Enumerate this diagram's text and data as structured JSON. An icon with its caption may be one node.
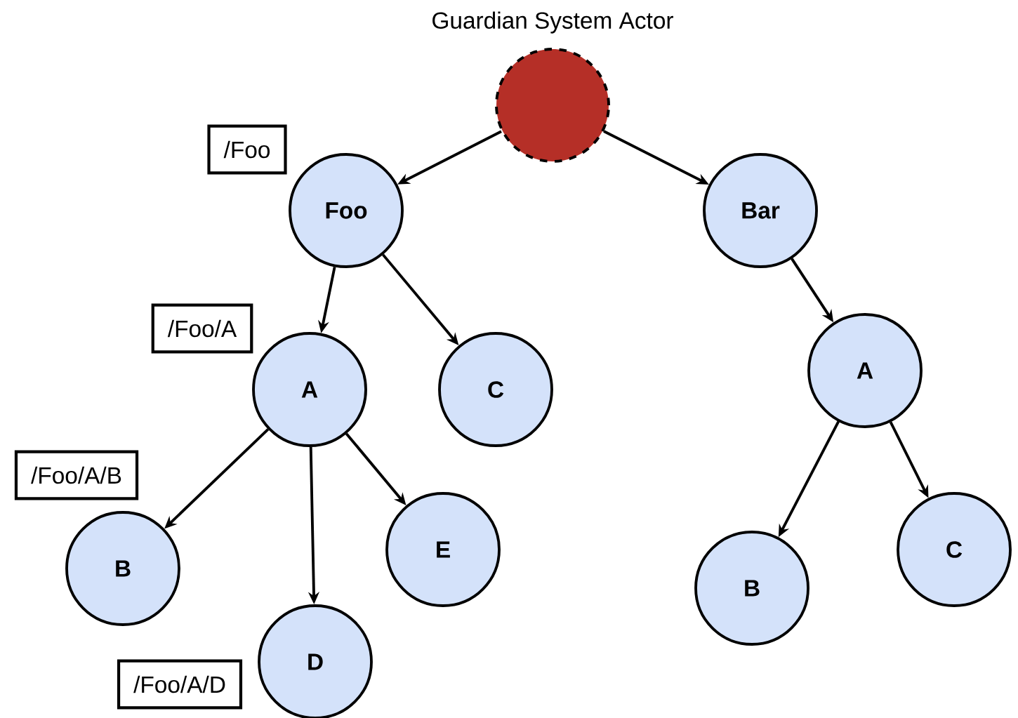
{
  "diagram": {
    "nodes": [
      {
        "text": [
          "Guardian System Actor"
        ]
      },
      {
        "text": [
          "Foo"
        ]
      },
      {
        "text": [
          "Bar"
        ]
      },
      {
        "text": [
          "A"
        ]
      },
      {
        "text": [
          "C"
        ]
      },
      {
        "text": [
          "B"
        ]
      },
      {
        "text": [
          "D"
        ]
      },
      {
        "text": [
          "E"
        ]
      },
      {
        "text": [
          "A"
        ]
      },
      {
        "text": [
          "B"
        ]
      },
      {
        "text": [
          "C"
        ]
      },
      {
        "text": [
          "/Foo"
        ]
      },
      {
        "text": [
          "/Foo/A"
        ]
      },
      {
        "text": [
          "/Foo/A/B"
        ]
      },
      {
        "text": [
          "/Foo/A/D"
        ]
      }
    ],
    "edges": [
      {
        "from": 0,
        "to": 1,
        "arrow": "to"
      },
      {
        "from": 0,
        "to": 2,
        "arrow": "to"
      },
      {
        "from": 1,
        "to": 3,
        "arrow": "to"
      },
      {
        "from": 1,
        "to": 4,
        "arrow": "to"
      },
      {
        "from": 3,
        "to": 5,
        "arrow": "to"
      },
      {
        "from": 3,
        "to": 6,
        "arrow": "to"
      },
      {
        "from": 3,
        "to": 7,
        "arrow": "to"
      },
      {
        "from": 2,
        "to": 8,
        "arrow": "to"
      },
      {
        "from": 8,
        "to": 9,
        "arrow": "to"
      },
      {
        "from": 8,
        "to": 10,
        "arrow": "to"
      }
    ]
  }
}
